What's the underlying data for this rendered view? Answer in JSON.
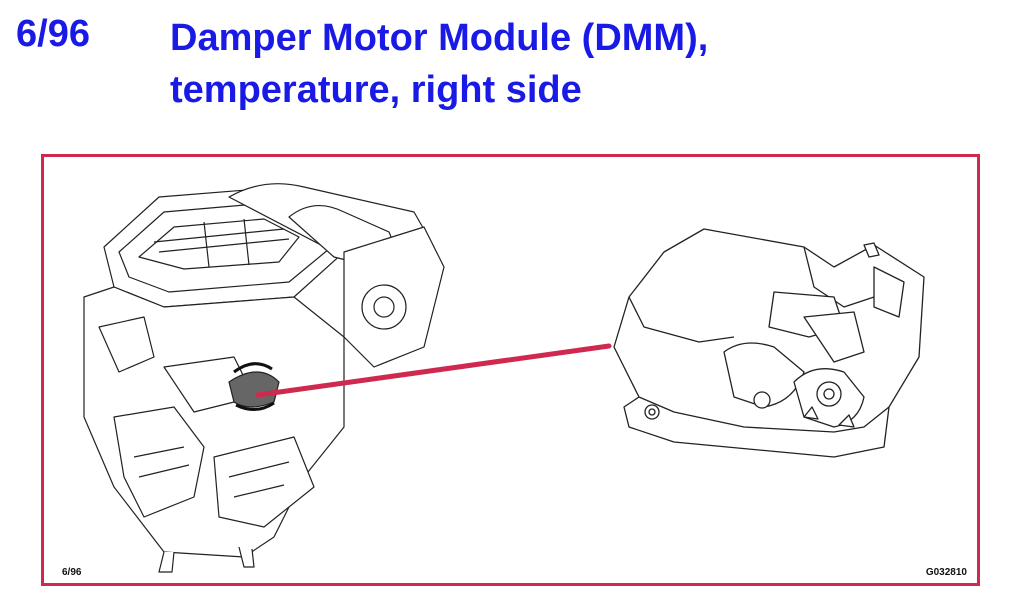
{
  "header": {
    "reference": "6/96",
    "title_line1": "Damper Motor Module (DMM),",
    "title_line2": "temperature, right side"
  },
  "figure": {
    "caption_left": "6/96",
    "caption_right": "G032810",
    "frame_color": "#d0294f",
    "title_color": "#1a1ae6"
  },
  "icons": [
    "hvac-unit-drawing-icon",
    "damper-motor-module-icon"
  ]
}
